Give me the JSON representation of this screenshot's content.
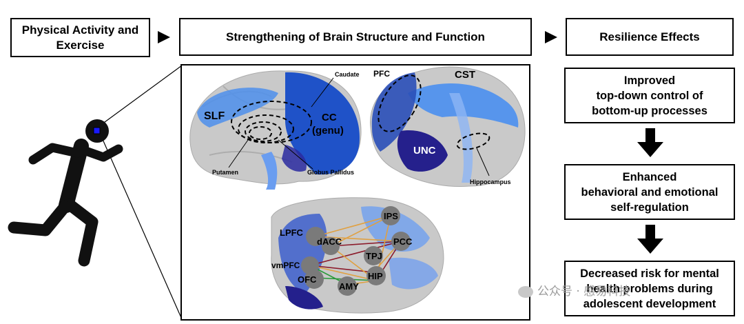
{
  "header": {
    "left_box": "Physical Activity and\nExercise",
    "middle_box": "Strengthening of Brain Structure and Function",
    "right_box": "Resilience Effects"
  },
  "brain_labels": {
    "caudate": "Caudate",
    "slf": "SLF",
    "cc_line1": "CC",
    "cc_line2": "(genu)",
    "putamen": "Putamen",
    "globus_pallidus": "Globus Pallidus",
    "pfc": "PFC",
    "cst": "CST",
    "unc": "UNC",
    "hippocampus": "Hippocampus"
  },
  "network_nodes": {
    "ips": "IPS",
    "lpfc": "LPFC",
    "dacc": "dACC",
    "pcc": "PCC",
    "tpj": "TPJ",
    "vmpfc": "vmPFC",
    "hip": "HIP",
    "ofc": "OFC",
    "amy": "AMY"
  },
  "resilience": [
    "Improved\ntop-down control of\nbottom-up processes",
    "Enhanced\nbehavioral and emotional\nself-regulation",
    "Decreased risk for mental\nhealth problems during\nadolescent development"
  ],
  "watermark": "公众号 · 感易科技",
  "colors": {
    "brain_gray": "#bdbdbd",
    "tract_light": "#5b9bf0",
    "tract_mid": "#2f6fe0",
    "tract_dark": "#1a1a8c",
    "node_gray": "#7a7a7a"
  }
}
